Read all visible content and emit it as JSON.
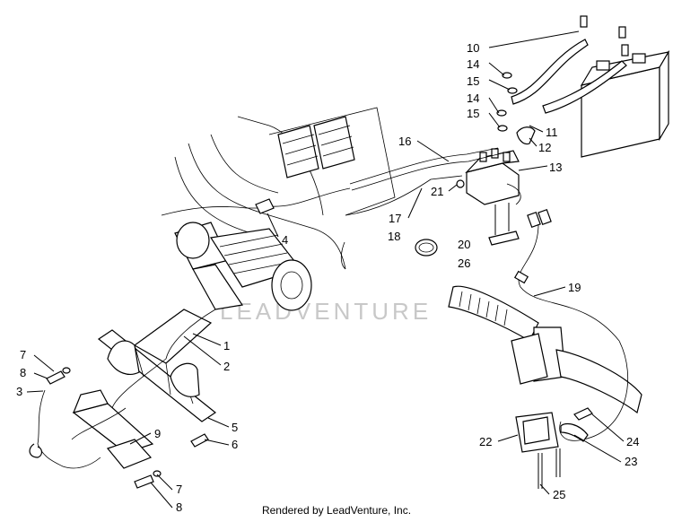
{
  "watermark": "LEADVENTURE",
  "footer": "Rendered by LeadVenture, Inc.",
  "callouts": [
    {
      "id": "c10",
      "text": "10"
    },
    {
      "id": "c14a",
      "text": "14"
    },
    {
      "id": "c15a",
      "text": "15"
    },
    {
      "id": "c14b",
      "text": "14"
    },
    {
      "id": "c15b",
      "text": "15"
    },
    {
      "id": "c16",
      "text": "16"
    },
    {
      "id": "c11",
      "text": "11"
    },
    {
      "id": "c12",
      "text": "12"
    },
    {
      "id": "c13",
      "text": "13"
    },
    {
      "id": "c21",
      "text": "21"
    },
    {
      "id": "c4",
      "text": "4"
    },
    {
      "id": "c17",
      "text": "17"
    },
    {
      "id": "c18",
      "text": "18"
    },
    {
      "id": "c20",
      "text": "20"
    },
    {
      "id": "c26",
      "text": "26"
    },
    {
      "id": "c19",
      "text": "19"
    },
    {
      "id": "c1",
      "text": "1"
    },
    {
      "id": "c2",
      "text": "2"
    },
    {
      "id": "c7a",
      "text": "7"
    },
    {
      "id": "c8a",
      "text": "8"
    },
    {
      "id": "c3",
      "text": "3"
    },
    {
      "id": "c5",
      "text": "5"
    },
    {
      "id": "c6",
      "text": "6"
    },
    {
      "id": "c9",
      "text": "9"
    },
    {
      "id": "c22",
      "text": "22"
    },
    {
      "id": "c24",
      "text": "24"
    },
    {
      "id": "c23",
      "text": "23"
    },
    {
      "id": "c7b",
      "text": "7"
    },
    {
      "id": "c8b",
      "text": "8"
    },
    {
      "id": "c25",
      "text": "25"
    }
  ]
}
